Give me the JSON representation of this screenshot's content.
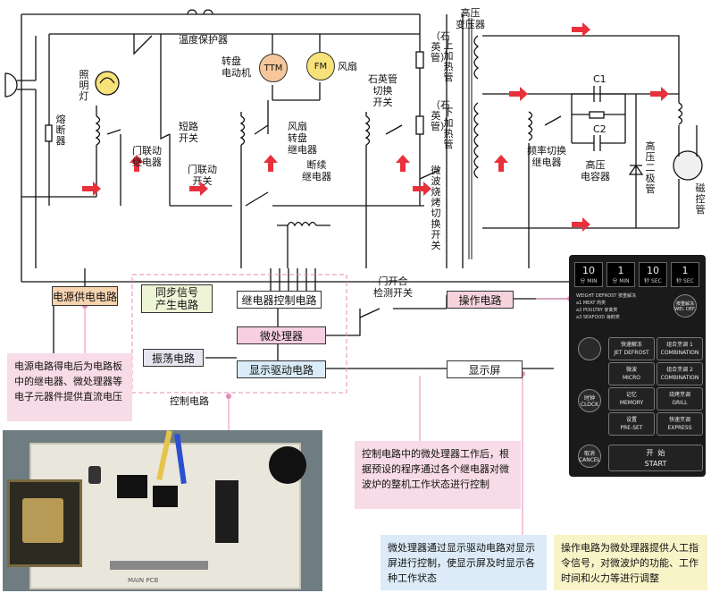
{
  "top": {
    "thermo": "温度保护器",
    "ttm_title": "转盘\n电动机",
    "ttm": "TTM",
    "fm": "FM",
    "fan": "风扇",
    "quartz_sw": "石英管\n切换\n开关",
    "hv_trans": "高压\n变压器",
    "upper_heater": "上加热管",
    "upper_heater_sub": "（石英管）",
    "lower_heater": "下加热管",
    "lower_heater_sub": "（石英管）",
    "lamp": "照明灯",
    "fuse": "熔断器",
    "door_relay": "门联动\n继电器",
    "short_sw": "短路\n开关",
    "fan_relay": "风扇\n转盘\n继电器",
    "door_sw": "门联动\n开关",
    "onoff_relay": "断续\n继电器",
    "mw_sw": "微波烧烤切换开关",
    "freq_relay": "频率切换\n继电器",
    "c1": "C1",
    "c2": "C2",
    "hv_cap": "高压\n电容器",
    "hv_diode": "高压二极管",
    "magnetron": "磁控管"
  },
  "blocks": {
    "power": "电源供电电路",
    "sync": "同步信号\n产生电路",
    "relay_ctrl": "继电器控制电路",
    "mcu": "微处理器",
    "osc": "振荡电路",
    "disp_drv": "显示驱动电路",
    "door_detect": "门开合\n检测开关",
    "op": "操作电路",
    "screen": "显示屏",
    "ctrl_circuit": "控制电路"
  },
  "notes": {
    "power_note": "电源电路得电后为电路板中的继电器、微处理器等电子元器件提供直流电压",
    "mcu_note": "控制电路中的微处理器工作后，根据预设的程序通过各个继电器对微波炉的整机工作状态进行控制",
    "disp_note": "微处理器通过显示驱动电路对显示屏进行控制，使显示屏及时显示各种工作状态",
    "op_note": "操作电路为微处理器提供人工指令信号，对微波炉的功能、工作时间和火力等进行调整"
  },
  "panel": {
    "d1": "10",
    "d1u": "分 MIN",
    "d2": "1",
    "d2u": "分 MIN",
    "d3": "10",
    "d3u": "秒 SEC",
    "d4": "1",
    "d4u": "秒 SEC",
    "weight": "WEIGHT DEFROST 按重解冻",
    "a1": "a1  MEAT  肉类",
    "a2": "a2  POULTRY 家禽类",
    "a3": "a3  SEAFOOD 海鲜类",
    "wd_btn": "按重解冻\nWEI. DEF.",
    "b1": "快速解冻\nJET DEFROST",
    "b2": "组合烹调 1\nCOMBINATION",
    "b3": "微波\nMICRO",
    "b4": "组合烹调 2\nCOMBINATION",
    "b5": "记忆\nMEMORY",
    "b6": "烧烤烹调\nGRILL",
    "b7": "设置\nPRE-SET",
    "b8": "快速烹调\nEXPRESS",
    "clock": "时钟\nCLOCK",
    "cancel": "取消\nCANCEL",
    "start": "开  始\nSTART"
  },
  "photo": {
    "silk": "MAIN PCB"
  },
  "colors": {
    "arrow": "#e8313c",
    "power_box": "#f7d3b0",
    "sync_box": "#eef4d6",
    "mcu_box": "#f7cfe0",
    "disp_box": "#d9ecf7",
    "op_box": "#f6d3dc",
    "note_pink": "#f7dbe6",
    "note_blue": "#dcebf7",
    "note_yellow": "#f9f4c8",
    "motor": "#f6c79a",
    "fan": "#f7e27a",
    "dashed": "#e58bb8"
  }
}
